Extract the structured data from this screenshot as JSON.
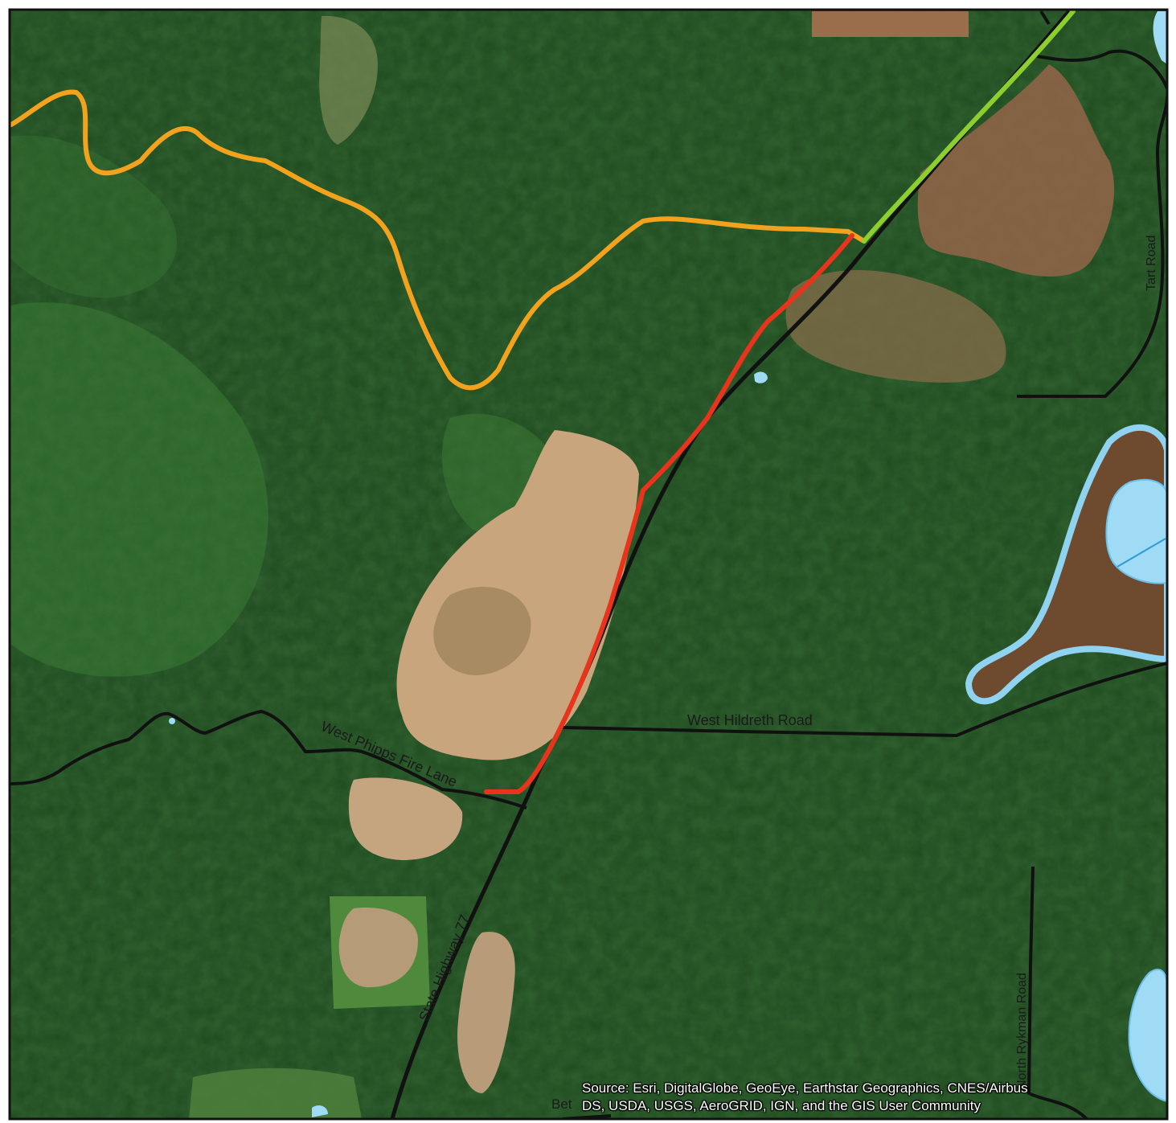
{
  "map": {
    "labels": {
      "west_phipps": "West Phipps Fire Lane",
      "west_hildreth": "West Hildreth Road",
      "state_hwy": "State Highway 77",
      "tart_road": "Tart Road",
      "north_rykman": "North Rykman Road",
      "bet": "Bet"
    },
    "attribution": {
      "line1": "Source: Esri, DigitalGlobe, GeoEye, Earthstar Geographics, CNES/Airbus",
      "line2": "DS, USDA, USGS, AeroGRID, IGN, and the GIS User Community"
    },
    "colors": {
      "forest": "#1f4a1f",
      "forest_light": "#2f6b2a",
      "clearing": "#b89a72",
      "water": "#8fd3f0",
      "water_outline": "#6cc0ea",
      "road": "#111111",
      "route_orange": "#f2a21c",
      "route_red": "#e8341c",
      "route_green": "#8ccf2e",
      "wetland": "#6e4a2e"
    }
  }
}
